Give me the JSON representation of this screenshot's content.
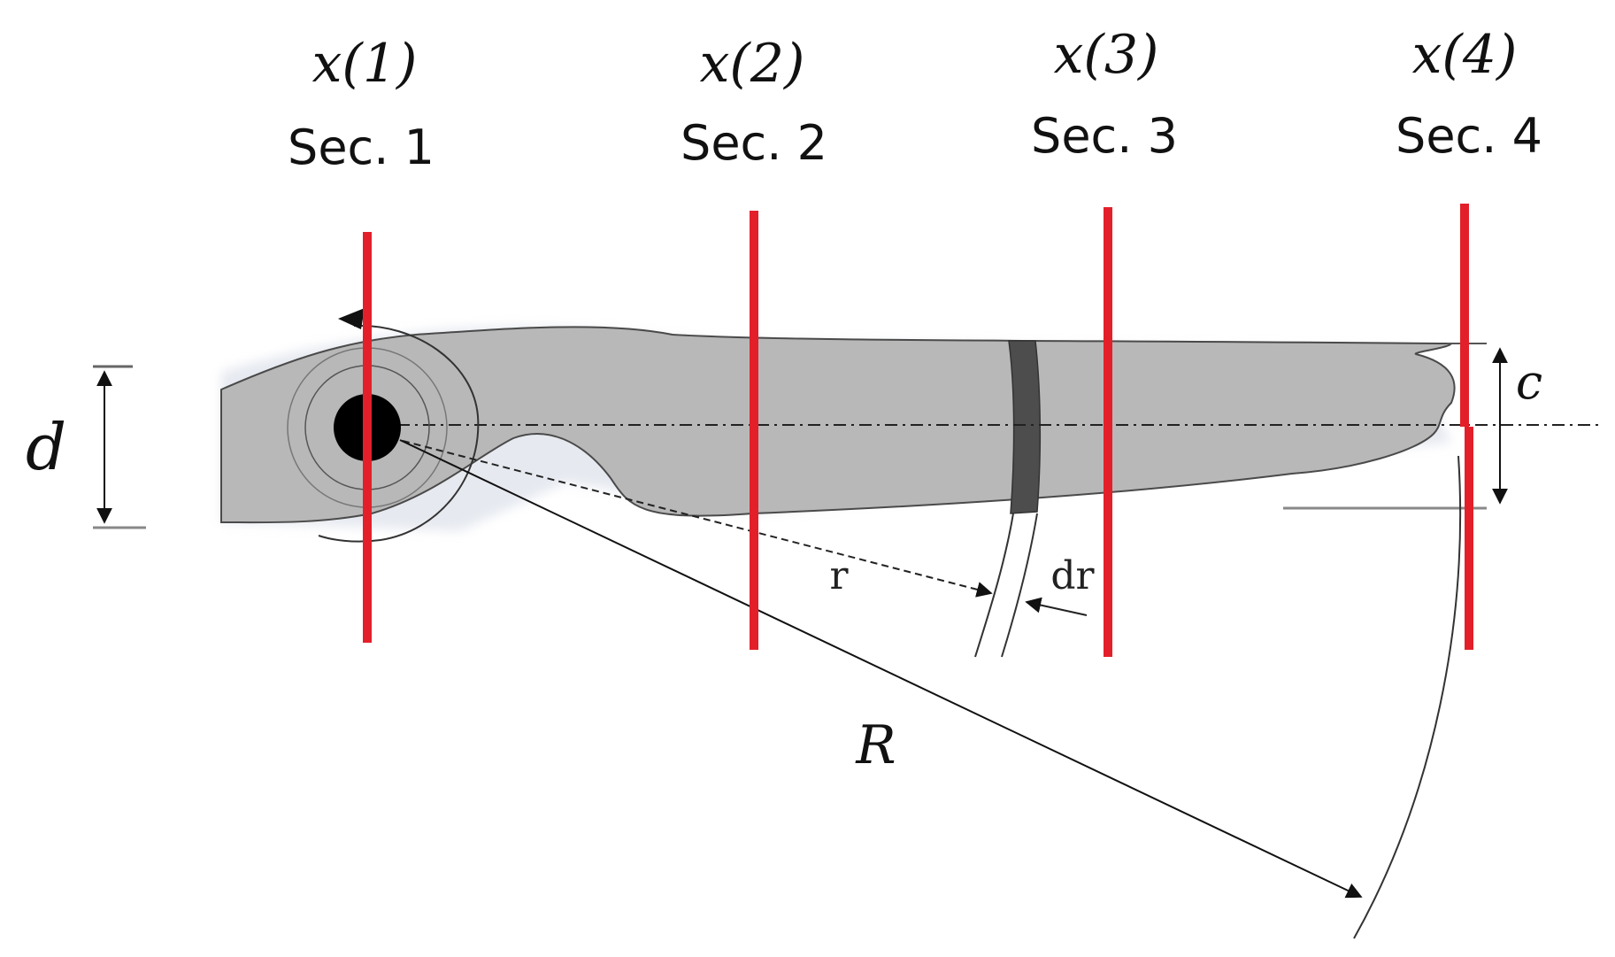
{
  "sections": [
    {
      "x_label": "x(1)",
      "sec_label": "Sec. 1"
    },
    {
      "x_label": "x(2)",
      "sec_label": "Sec. 2"
    },
    {
      "x_label": "x(3)",
      "sec_label": "Sec. 3"
    },
    {
      "x_label": "x(4)",
      "sec_label": "Sec. 4"
    }
  ],
  "labels": {
    "d": "d",
    "c": "c",
    "r": "r",
    "dr": "dr",
    "R": "R"
  },
  "colors": {
    "section_line": "#e3202a",
    "blade_fill": "#b8b8b8",
    "blade_outline": "#4a4a4a",
    "blade_element": "#4d4d4d",
    "hub": "#000000",
    "text": "#111111"
  }
}
